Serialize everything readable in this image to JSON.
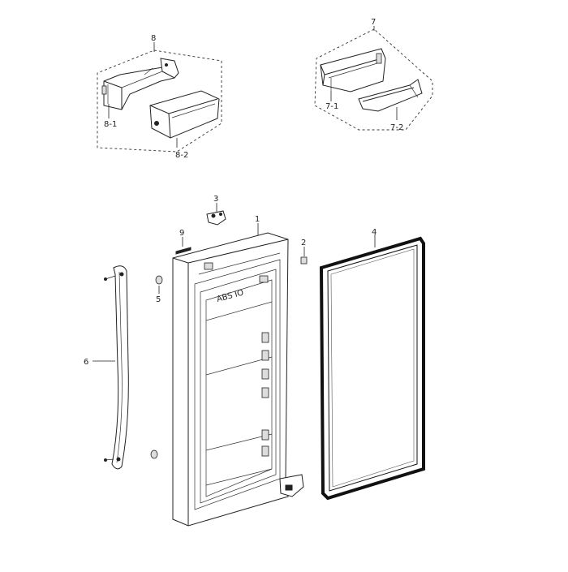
{
  "diagram": {
    "labels": {
      "p1": "1",
      "p2": "2",
      "p3": "3",
      "p4": "4",
      "p5": "5",
      "p6": "6",
      "p7": "7",
      "p7_1": "7-1",
      "p7_2": "7-2",
      "p8": "8",
      "p8_1": "8-1",
      "p8_2": "8-2",
      "p9": "9",
      "door_text": "ABS IO"
    }
  }
}
